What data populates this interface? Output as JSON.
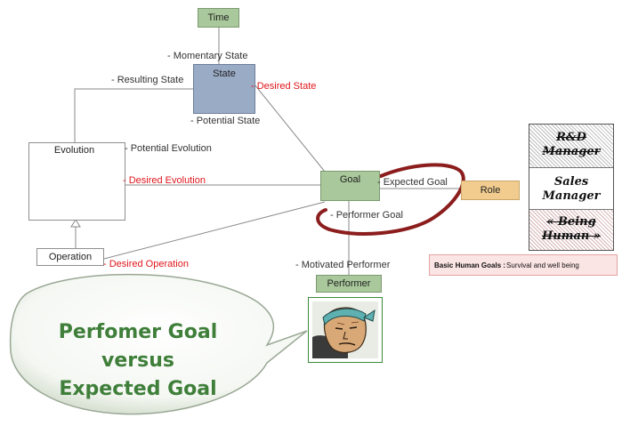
{
  "nodes": {
    "time": "Time",
    "state": "State",
    "evolution": "Evolution",
    "operation": "Operation",
    "goal": "Goal",
    "role": "Role",
    "performer": "Performer"
  },
  "labels": {
    "momentary_state": "- Momentary State",
    "resulting_state": "- Resulting State",
    "desired_state": "- Desired State",
    "potential_state": "- Potential State",
    "potential_evolution": "- Potential Evolution",
    "desired_evolution": "- Desired Evolution",
    "desired_operation": "- Desired Operation",
    "expected_goal": "- Expected Goal",
    "performer_goal": "- Performer Goal",
    "motivated_performer": "- Motivated Performer"
  },
  "roles_card": {
    "line1": "R&D",
    "line2": "Manager",
    "line3": "Sales",
    "line4": "Manager",
    "line5": "« Being",
    "line6": "Human »"
  },
  "basic_goals": {
    "title": "Basic Human Goals :",
    "text": "Survival and well being"
  },
  "callout": {
    "line1": "Perfomer Goal",
    "line2": "versus",
    "line3": "Expected Goal"
  },
  "colors": {
    "time_fill": "#a9c89b",
    "state_fill": "#9aabc6",
    "goal_fill": "#a9c89b",
    "role_fill": "#f1cc8e",
    "performer_fill": "#a9c89b",
    "highlight_red": "#e0161b",
    "ellipse_stroke": "#8b1d1d",
    "callout_text": "#3f7f3a"
  }
}
